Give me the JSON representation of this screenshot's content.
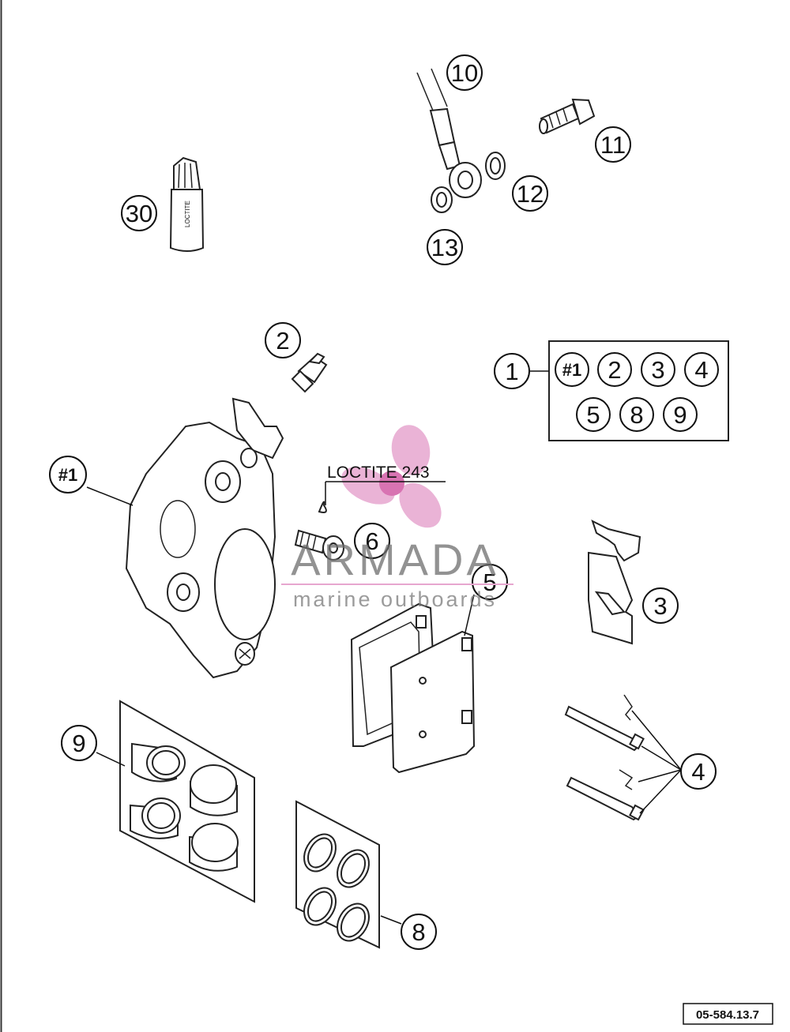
{
  "callouts": {
    "c10": "10",
    "c11": "11",
    "c12": "12",
    "c13": "13",
    "c30": "30",
    "c2": "2",
    "c1": "1",
    "c6": "6",
    "c5": "5",
    "c3": "3",
    "c4": "4",
    "c9": "9",
    "c8": "8",
    "caliper": "#1"
  },
  "kit_box": {
    "items_row1": [
      "#1",
      "2",
      "3",
      "4"
    ],
    "items_row2": [
      "5",
      "8",
      "9"
    ]
  },
  "loctite_note": "LOCTITE 243",
  "loctite_tube_label": "LOCTITE",
  "watermark": {
    "brand": "ARMADA",
    "tagline": "marine outboards",
    "logo_color": "#e7a6cf"
  },
  "diagram_ref": "05-584.13.7"
}
